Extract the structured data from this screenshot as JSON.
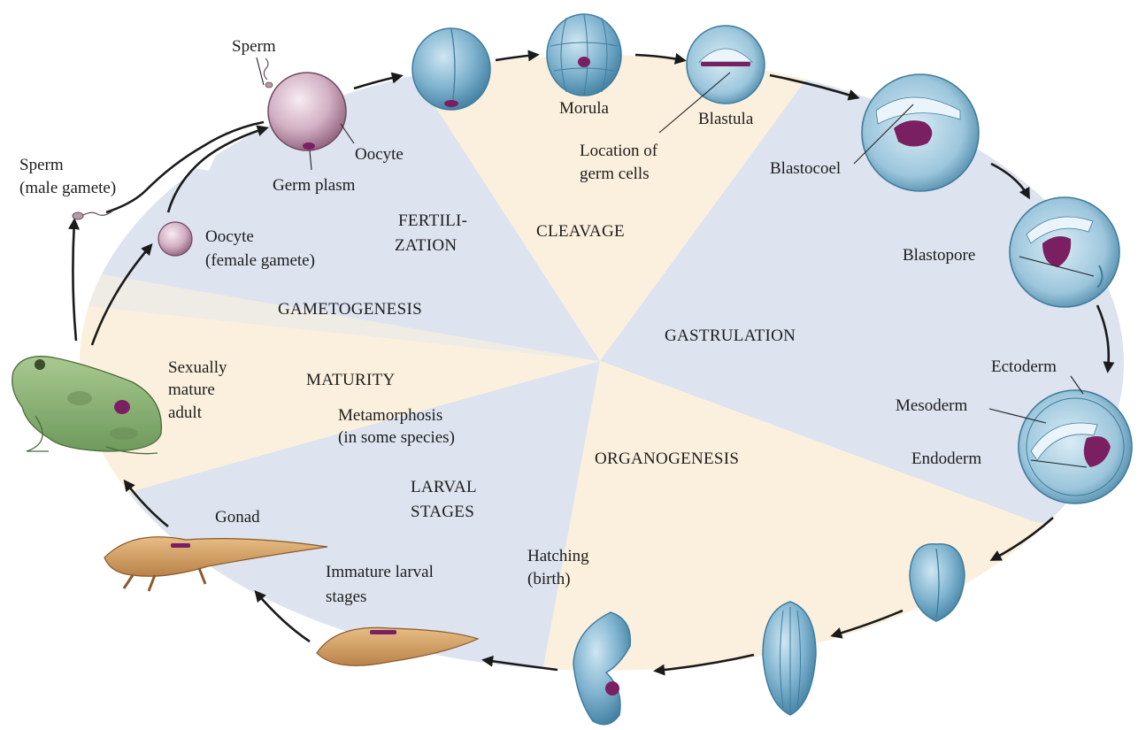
{
  "stages": {
    "fertilization_line1": "FERTILI-",
    "fertilization_line2": "ZATION",
    "cleavage": "CLEAVAGE",
    "gastrulation": "GASTRULATION",
    "organogenesis": "ORGANOGENESIS",
    "larval_line1": "LARVAL",
    "larval_line2": "STAGES",
    "maturity": "MATURITY",
    "gametogenesis": "GAMETOGENESIS"
  },
  "labels": {
    "sperm_top": "Sperm",
    "oocyte_right": "Oocyte",
    "germ_plasm": "Germ plasm",
    "sperm_male_line1": "Sperm",
    "sperm_male_line2": "(male gamete)",
    "oocyte_female_line1": "Oocyte",
    "oocyte_female_line2": "(female gamete)",
    "morula": "Morula",
    "blastula": "Blastula",
    "germ_cells_line1": "Location of",
    "germ_cells_line2": "germ cells",
    "blastocoel": "Blastocoel",
    "blastopore": "Blastopore",
    "ectoderm": "Ectoderm",
    "mesoderm": "Mesoderm",
    "endoderm": "Endoderm",
    "hatching_line1": "Hatching",
    "hatching_line2": "(birth)",
    "immature_line1": "Immature larval",
    "immature_line2": "stages",
    "gonad": "Gonad",
    "metamorphosis_line1": "Metamorphosis",
    "metamorphosis_line2": "(in some species)",
    "adult_line1": "Sexually",
    "adult_line2": "mature",
    "adult_line3": "adult"
  },
  "colors": {
    "sector_blue": "#dde3ef",
    "sector_cream": "#fbf0dd",
    "embryo_blue": "#7fb3cf",
    "embryo_dark": "#3f7d9f",
    "germ_purple": "#7b1f63",
    "oocyte_pink": "#c9a0b8",
    "frog_green": "#8fb47a",
    "tadpole_orange": "#d8a56a"
  }
}
